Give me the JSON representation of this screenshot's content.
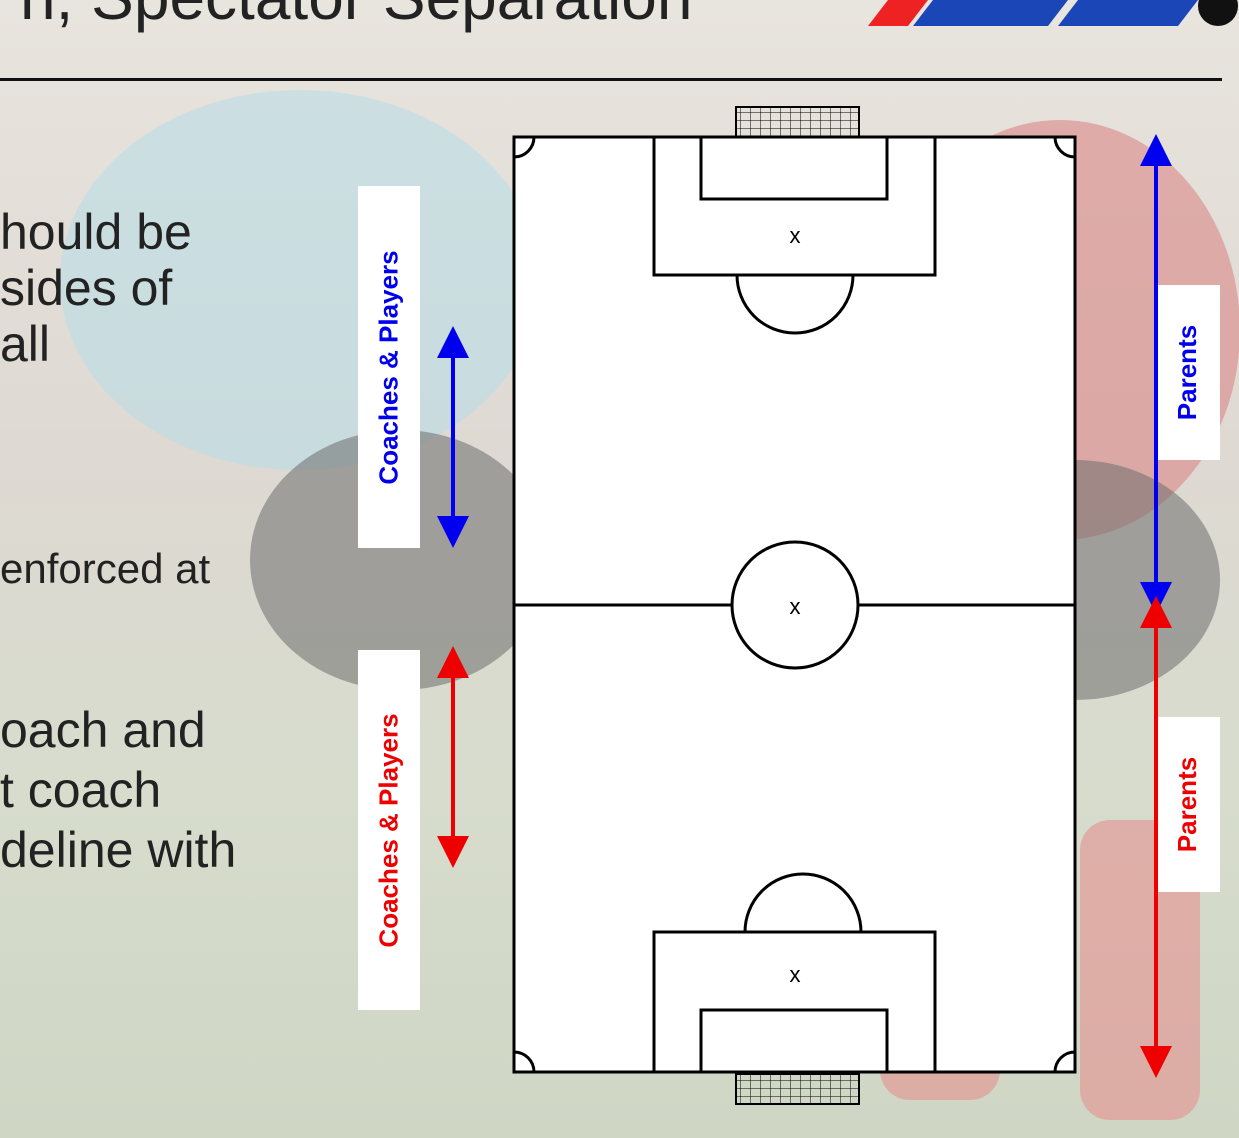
{
  "title_fragment": "n, Spectator Separation",
  "body_text": {
    "bullet1": [
      "hould be",
      "sides of",
      "all"
    ],
    "bullet2": "enforced at",
    "bullet3": [
      "oach and",
      "t coach",
      "deline with"
    ]
  },
  "diagram": {
    "x_marks": [
      "x",
      "x",
      "x"
    ],
    "labels": {
      "coaches_top": "Coaches & Players",
      "coaches_bottom": "Coaches & Players",
      "parents_top": "Parents",
      "parents_bottom": "Parents"
    },
    "colors": {
      "blue": "#0000ee",
      "red": "#ee0000",
      "line": "#000000",
      "field_bg": "#ffffff"
    }
  }
}
